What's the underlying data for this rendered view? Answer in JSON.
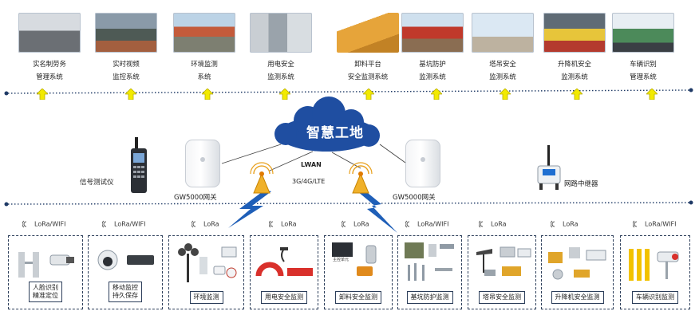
{
  "systems": [
    {
      "line1": "实名制劳务",
      "line2": "管理系统"
    },
    {
      "line1": "实时视频",
      "line2": "监控系统"
    },
    {
      "line1": "环境监测",
      "line2": "系统"
    },
    {
      "line1": "用电安全",
      "line2": "监测系统"
    },
    {
      "line1": "卸料平台",
      "line2": "安全监测系统"
    },
    {
      "line1": "基坑防护",
      "line2": "监测系统"
    },
    {
      "line1": "塔吊安全",
      "line2": "监测系统"
    },
    {
      "line1": "升降机安全",
      "line2": "监测系统"
    },
    {
      "line1": "车辆识别",
      "line2": "管理系统"
    }
  ],
  "center": {
    "cloud_title": "智慧工地",
    "network": "LWAN",
    "network_sub": "3G/4G/LTE",
    "gateway_left": "GW5000网关",
    "gateway_right": "GW5000网关",
    "tester": "信号测试仪",
    "repeater": "网路中继器"
  },
  "groups": [
    {
      "tag": "LoRa/WIFI",
      "name1": "人脸识别",
      "name2": "精准定位"
    },
    {
      "tag": "LoRa/WIFI",
      "name1": "移动监控",
      "name2": "持久保存"
    },
    {
      "tag": "LoRa",
      "name1": "环境监测",
      "name2": ""
    },
    {
      "tag": "LoRa",
      "name1": "用电安全监测",
      "name2": ""
    },
    {
      "tag": "LoRa",
      "name1": "卸料安全监测",
      "name2": ""
    },
    {
      "tag": "LoRa/WIFI",
      "name1": "基坑防护监测",
      "name2": ""
    },
    {
      "tag": "LoRa",
      "name1": "塔吊安全监测",
      "name2": ""
    },
    {
      "tag": "LoRa",
      "name1": "升降机安全监测",
      "name2": ""
    },
    {
      "tag": "LoRa/WIFI",
      "name1": "车辆识别监测",
      "name2": ""
    }
  ],
  "device_text": {
    "main_unit": "主控单元"
  },
  "colors": {
    "arrow": "#f2ea00",
    "cloud": "#1f4ea1",
    "bolt": "#1f5fb8",
    "dotted": "#1f3a66"
  }
}
